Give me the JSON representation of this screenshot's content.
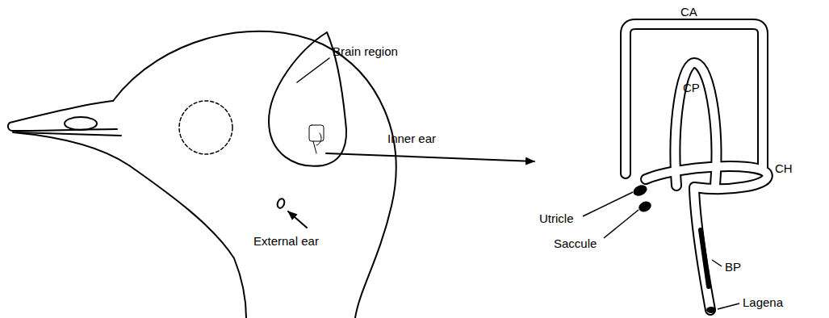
{
  "diagram": {
    "labels": [
      "Brain region",
      "Inner ear",
      "External ear",
      "CA",
      "CP",
      "CH",
      "Utricle",
      "Saccule",
      "BP",
      "Lagena"
    ]
  }
}
